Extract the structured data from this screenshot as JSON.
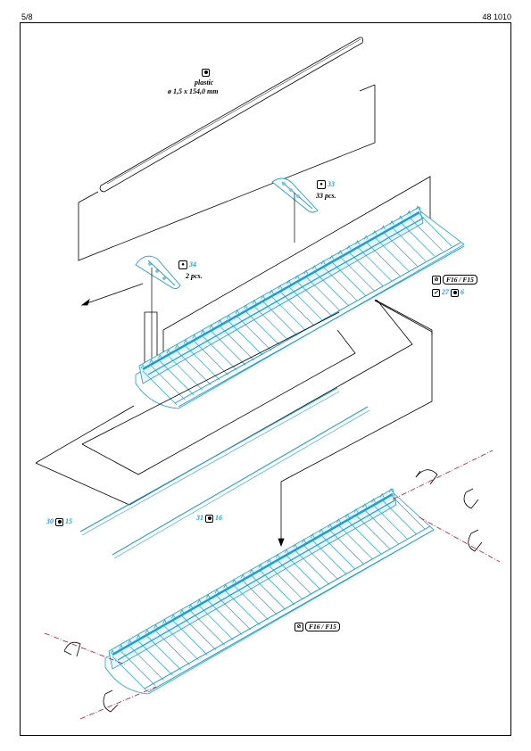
{
  "header": {
    "page": "5/8",
    "code": "48 1010"
  },
  "rod_note": {
    "material": "plastic",
    "dimension": "ø 1,5 x 154,0 mm"
  },
  "part_33": {
    "number": "33",
    "qty": "33 pcs."
  },
  "part_34": {
    "number": "34",
    "qty": "2 pcs."
  },
  "variant_upper": {
    "label": "F16 / F15",
    "photo_etch_part": "27",
    "plastic_part": "6"
  },
  "variant_lower": {
    "label": "F16 / F15"
  },
  "part_30_15": {
    "pe": "30",
    "kit": "15"
  },
  "part_31_16": {
    "pe": "31",
    "kit": "16"
  },
  "colors": {
    "line": "#000000",
    "part_cyan": "#1a9fd6",
    "axis_red": "#c0142c"
  },
  "icons": [
    "photo-etch-icon",
    "plastic-part-icon",
    "glue-check-icon",
    "rotate-arrow-icon"
  ]
}
